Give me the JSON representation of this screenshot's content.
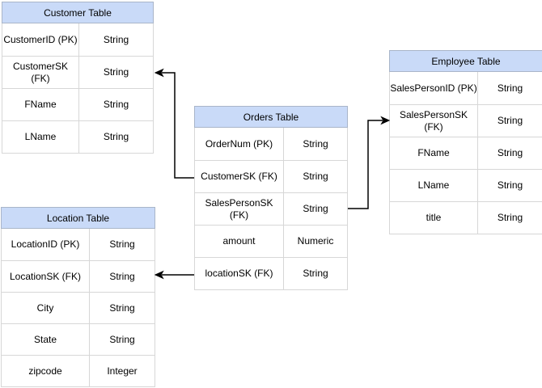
{
  "colors": {
    "background": "#ffffff",
    "header_fill": "#c9daf8",
    "header_border": "#a9b5c9",
    "cell_border": "#d7d7d7",
    "row_fill": "#ffffff",
    "connector": "#000000",
    "text": "#000000"
  },
  "tables": {
    "customer": {
      "title": "Customer Table",
      "rows": [
        {
          "field": "CustomerID (PK)",
          "type": "String"
        },
        {
          "field": "CustomerSK\n(FK)",
          "type": "String"
        },
        {
          "field": "FName",
          "type": "String"
        },
        {
          "field": "LName",
          "type": "String"
        }
      ]
    },
    "orders": {
      "title": "Orders Table",
      "rows": [
        {
          "field": "OrderNum (PK)",
          "type": "String"
        },
        {
          "field": "CustomerSK (FK)",
          "type": "String"
        },
        {
          "field": "SalesPersonSK\n(FK)",
          "type": "String"
        },
        {
          "field": "amount",
          "type": "Numeric"
        },
        {
          "field": "locationSK (FK)",
          "type": "String"
        }
      ]
    },
    "employee": {
      "title": "Employee Table",
      "rows": [
        {
          "field": "SalesPersonID (PK)",
          "type": "String"
        },
        {
          "field": "SalesPersonSK\n(FK)",
          "type": "String"
        },
        {
          "field": "FName",
          "type": "String"
        },
        {
          "field": "LName",
          "type": "String"
        },
        {
          "field": "title",
          "type": "String"
        }
      ]
    },
    "location": {
      "title": "Location Table",
      "rows": [
        {
          "field": "LocationID (PK)",
          "type": "String"
        },
        {
          "field": "LocationSK (FK)",
          "type": "String"
        },
        {
          "field": "City",
          "type": "String"
        },
        {
          "field": "State",
          "type": "String"
        },
        {
          "field": "zipcode",
          "type": "Integer"
        }
      ]
    }
  },
  "relationships": [
    {
      "id": "orders-to-customer",
      "from": "Orders Table / CustomerSK (FK)",
      "to": "Customer Table / CustomerSK (FK)",
      "arrow_direction": "left"
    },
    {
      "id": "orders-to-employee",
      "from": "Orders Table / SalesPersonSK (FK)",
      "to": "Employee Table / SalesPersonSK (FK)",
      "arrow_direction": "right"
    },
    {
      "id": "orders-to-location",
      "from": "Orders Table / locationSK (FK)",
      "to": "Location Table / LocationSK (FK)",
      "arrow_direction": "left"
    }
  ]
}
